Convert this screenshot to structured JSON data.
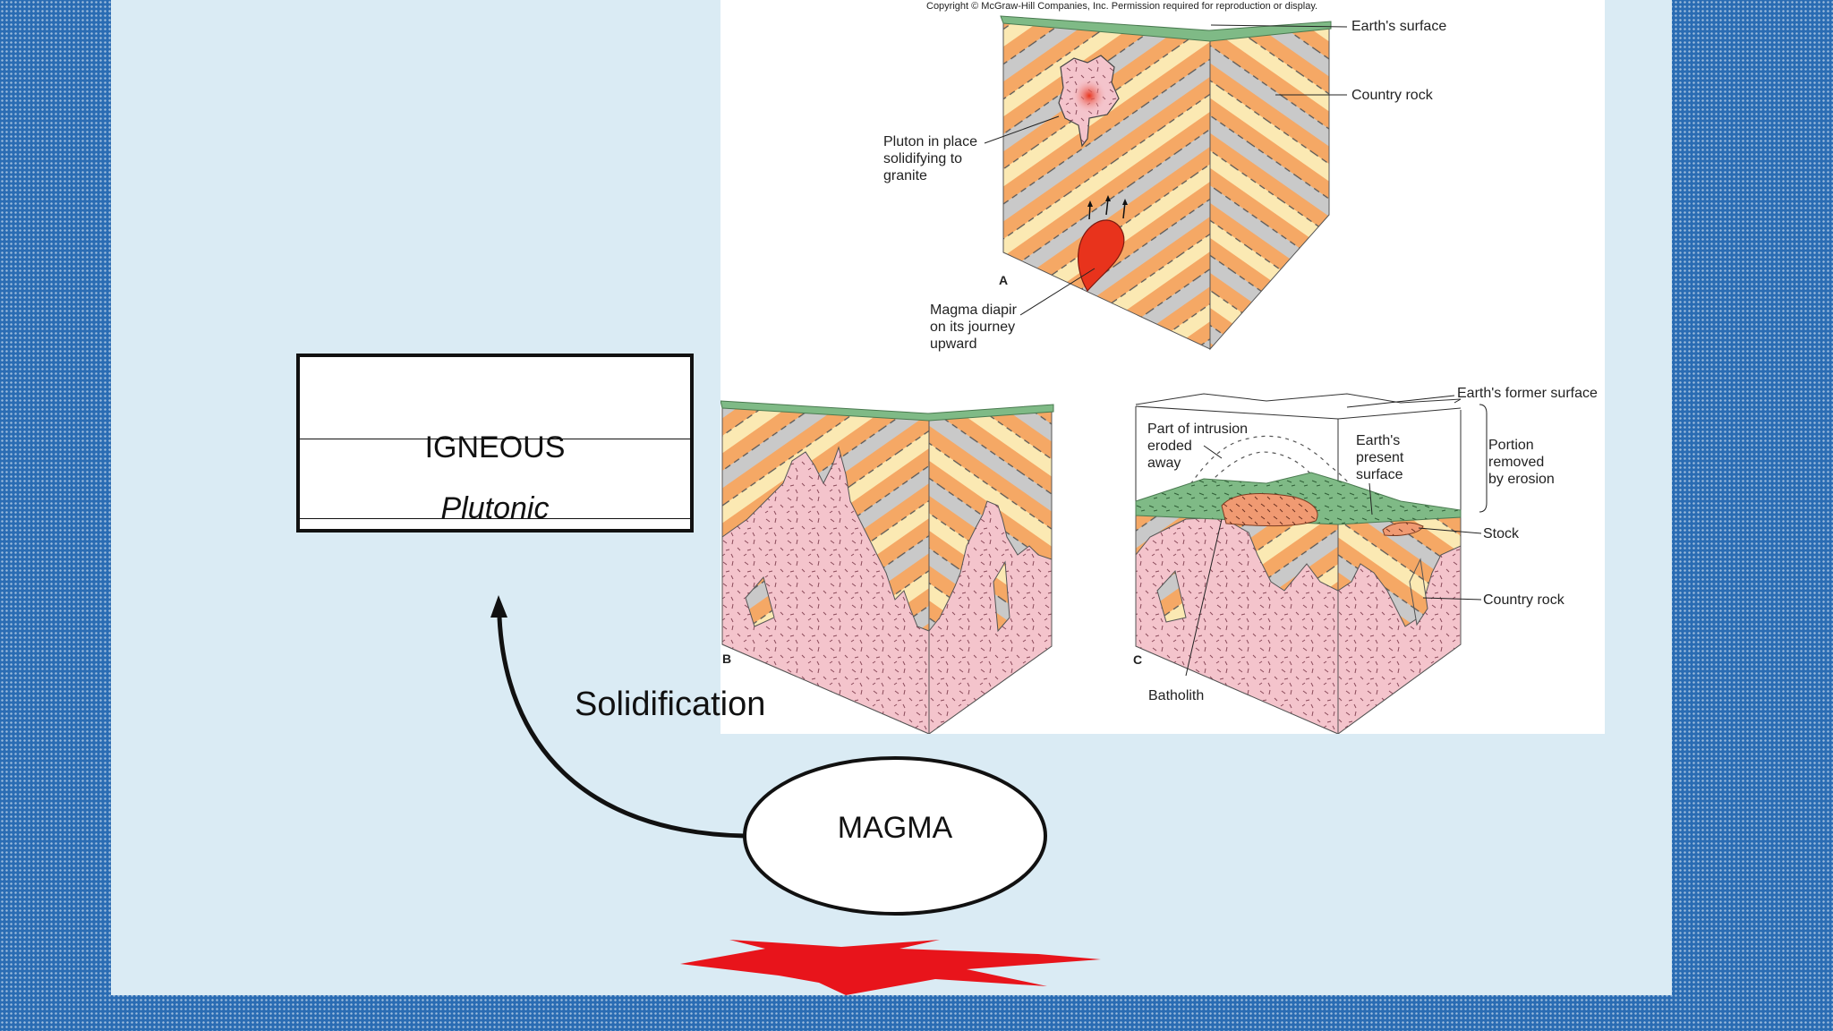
{
  "slide": {
    "box": {
      "title": "IGNEOUS",
      "subtitle": "Plutonic"
    },
    "process_label": "Solidification",
    "source_label": "MAGMA"
  },
  "figure": {
    "copyright": "Copyright © McGraw-Hill Companies, Inc. Permission required for reproduction or display.",
    "panel_a": {
      "letter": "A",
      "earths_surface": "Earth's surface",
      "country_rock": "Country rock",
      "pluton_label": [
        "Pluton in place",
        "solidifying to",
        "granite"
      ],
      "diapir_label": [
        "Magma diapir",
        "on its journey",
        "upward"
      ]
    },
    "panel_b": {
      "letter": "B"
    },
    "panel_c": {
      "letter": "C",
      "former_surface": "Earth's former surface",
      "eroded_label": [
        "Part of intrusion",
        "eroded",
        "away"
      ],
      "present_surface_label": [
        "Earth's",
        "present",
        "surface"
      ],
      "portion_removed_label": [
        "Portion",
        "removed",
        "by erosion"
      ],
      "stock": "Stock",
      "country_rock": "Country rock",
      "batholith": "Batholith"
    }
  },
  "colors": {
    "background_blue": "#2a6cb3",
    "panel": "#daebf4",
    "stripe_orange": "#f5a865",
    "stripe_cream": "#fbe9b3",
    "stripe_gray": "#c9c9c9",
    "granite_pink": "#f4c4cc",
    "surface_green": "#7fba86",
    "magma_red": "#e8331c",
    "starburst_red": "#e8141b"
  }
}
